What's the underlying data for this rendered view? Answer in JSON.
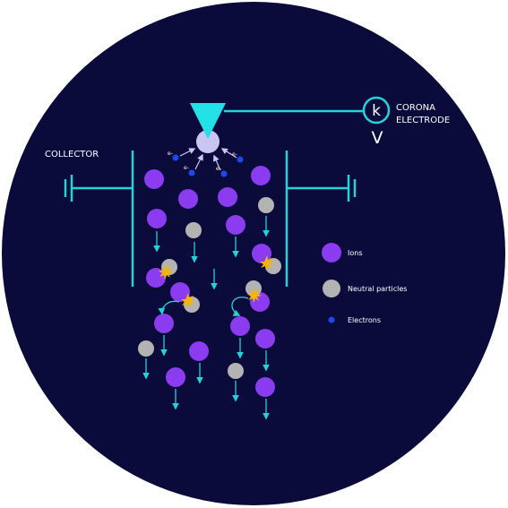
{
  "labels": {
    "collector": "COLLECTOR",
    "corona_line1": "CORONA",
    "corona_line2": "ELECTRODE",
    "k_symbol": "k",
    "v_symbol": "V",
    "electron_symbol": "e-"
  },
  "legend": {
    "ions": "Ions",
    "neutral": "Neutral particles",
    "electrons": "Electrons"
  },
  "colors": {
    "background": "#0b0b3b",
    "cyan": "#22d3d8",
    "ion": "#8b3cf0",
    "neutral": "#b3b3b3",
    "electron": "#1f49e6",
    "electrode_glow": "#c9c6f2",
    "spark": "#f5b400"
  }
}
